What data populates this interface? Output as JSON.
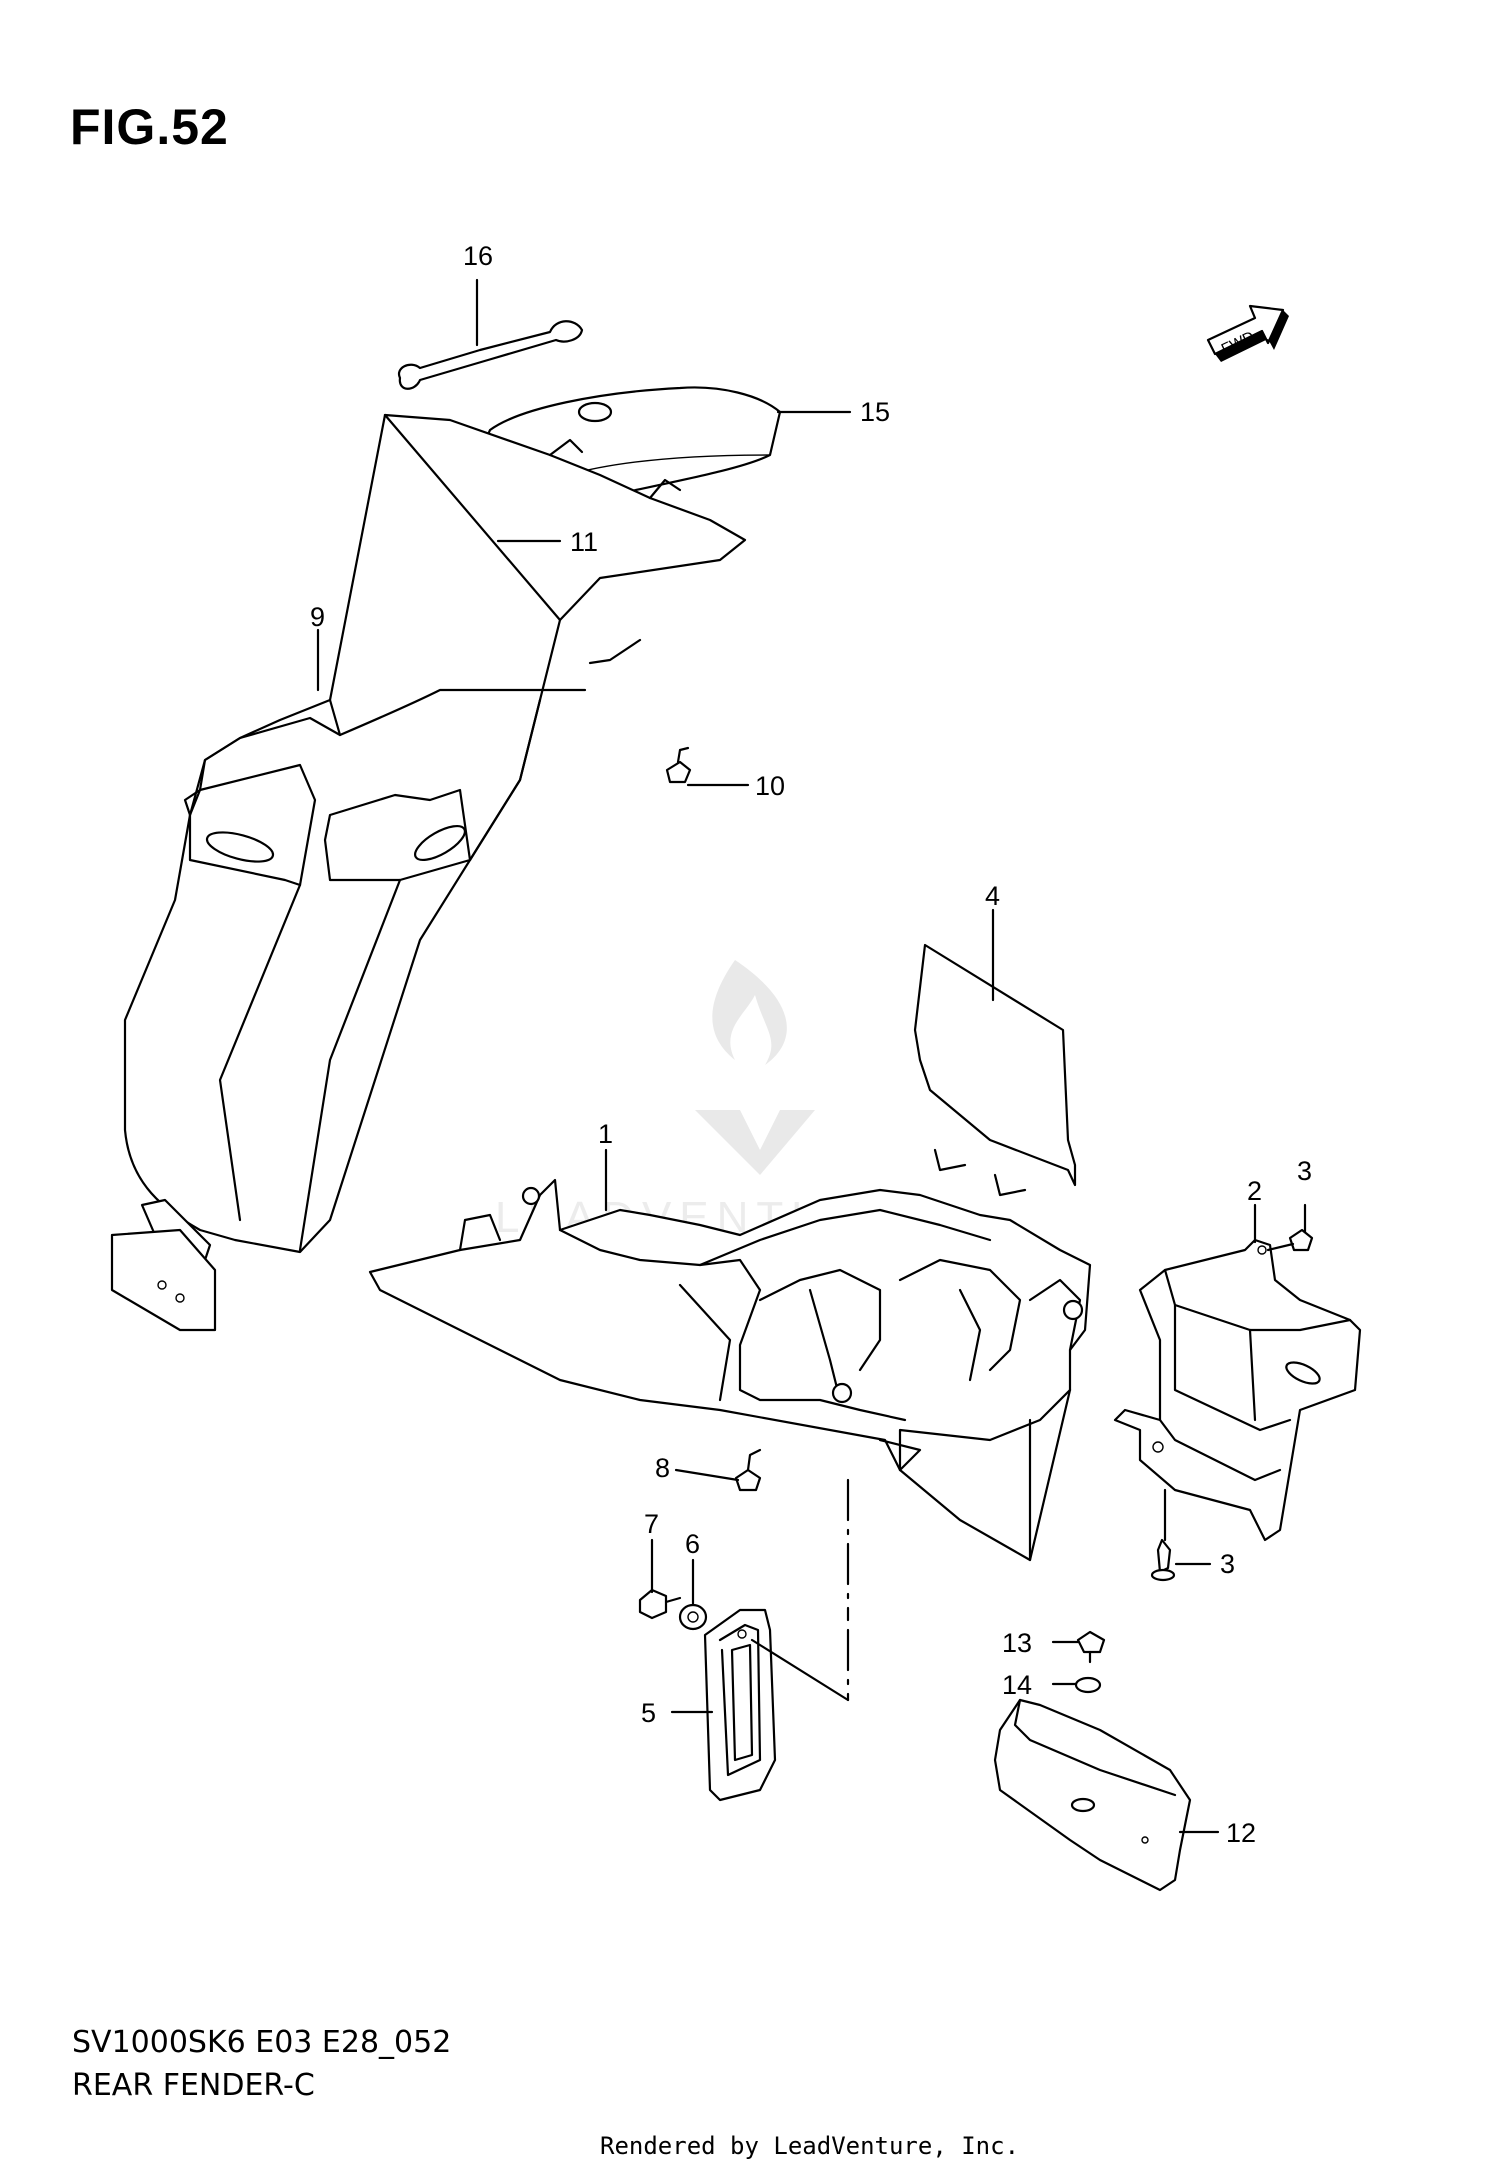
{
  "figure": {
    "title": "FIG.52",
    "code": "SV1000SK6 E03 E28_052",
    "name": "REAR FENDER-C",
    "credit": "Rendered by LeadVenture, Inc.",
    "fwd_label": "FWD",
    "watermark": "LEADVENTURE"
  },
  "callouts": [
    {
      "id": "c1",
      "label": "1",
      "part": "rear fender, inner"
    },
    {
      "id": "c2",
      "label": "2",
      "part": "bracket"
    },
    {
      "id": "c3a",
      "label": "3",
      "part": "screw"
    },
    {
      "id": "c3b",
      "label": "3",
      "part": "screw"
    },
    {
      "id": "c4",
      "label": "4",
      "part": "plate"
    },
    {
      "id": "c5",
      "label": "5",
      "part": "reflector holder"
    },
    {
      "id": "c6",
      "label": "6",
      "part": "nut"
    },
    {
      "id": "c7",
      "label": "7",
      "part": "bolt"
    },
    {
      "id": "c8",
      "label": "8",
      "part": "bolt"
    },
    {
      "id": "c9",
      "label": "9",
      "part": "rear fender"
    },
    {
      "id": "c10",
      "label": "10",
      "part": "bolt"
    },
    {
      "id": "c11",
      "label": "11",
      "part": "clamp"
    },
    {
      "id": "c12",
      "label": "12",
      "part": "mud guard"
    },
    {
      "id": "c13",
      "label": "13",
      "part": "screw"
    },
    {
      "id": "c14",
      "label": "14",
      "part": "washer"
    },
    {
      "id": "c15",
      "label": "15",
      "part": "tool bag"
    },
    {
      "id": "c16",
      "label": "16",
      "part": "spanner"
    }
  ]
}
